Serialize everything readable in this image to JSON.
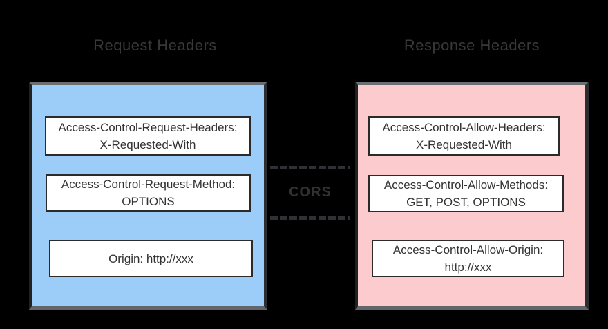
{
  "canvas": {
    "background_color": "#000000"
  },
  "request_panel": {
    "title": "Request Headers",
    "fill_color": "#9CCCF8",
    "border_dark_color": "#2b2d31",
    "border_light_color": "#6b6f73",
    "headers": [
      {
        "line1": "Access-Control-Request-Headers:",
        "line2": "X-Requested-With"
      },
      {
        "line1": "Access-Control-Request-Method:",
        "line2": "OPTIONS"
      },
      {
        "line1": "Origin: http://xxx",
        "line2": ""
      }
    ]
  },
  "response_panel": {
    "title": "Response Headers",
    "fill_color": "#FBCBCD",
    "border_dark_color": "#2b2d31",
    "border_light_color": "#6b6f73",
    "headers": [
      {
        "line1": "Access-Control-Allow-Headers:",
        "line2": "X-Requested-With"
      },
      {
        "line1": "Access-Control-Allow-Methods:",
        "line2": "GET, POST, OPTIONS"
      },
      {
        "line1": "Access-Control-Allow-Origin:",
        "line2": "http://xxx"
      }
    ]
  },
  "connector": {
    "label": "CORS",
    "line_style": "dashed",
    "line_color": "#2e3033",
    "label_color": "#313134"
  },
  "header_box": {
    "fill_color": "#ffffff",
    "border_color": "#2b2b2b",
    "text_color": "#333333"
  },
  "title_text_color": "#38383b"
}
